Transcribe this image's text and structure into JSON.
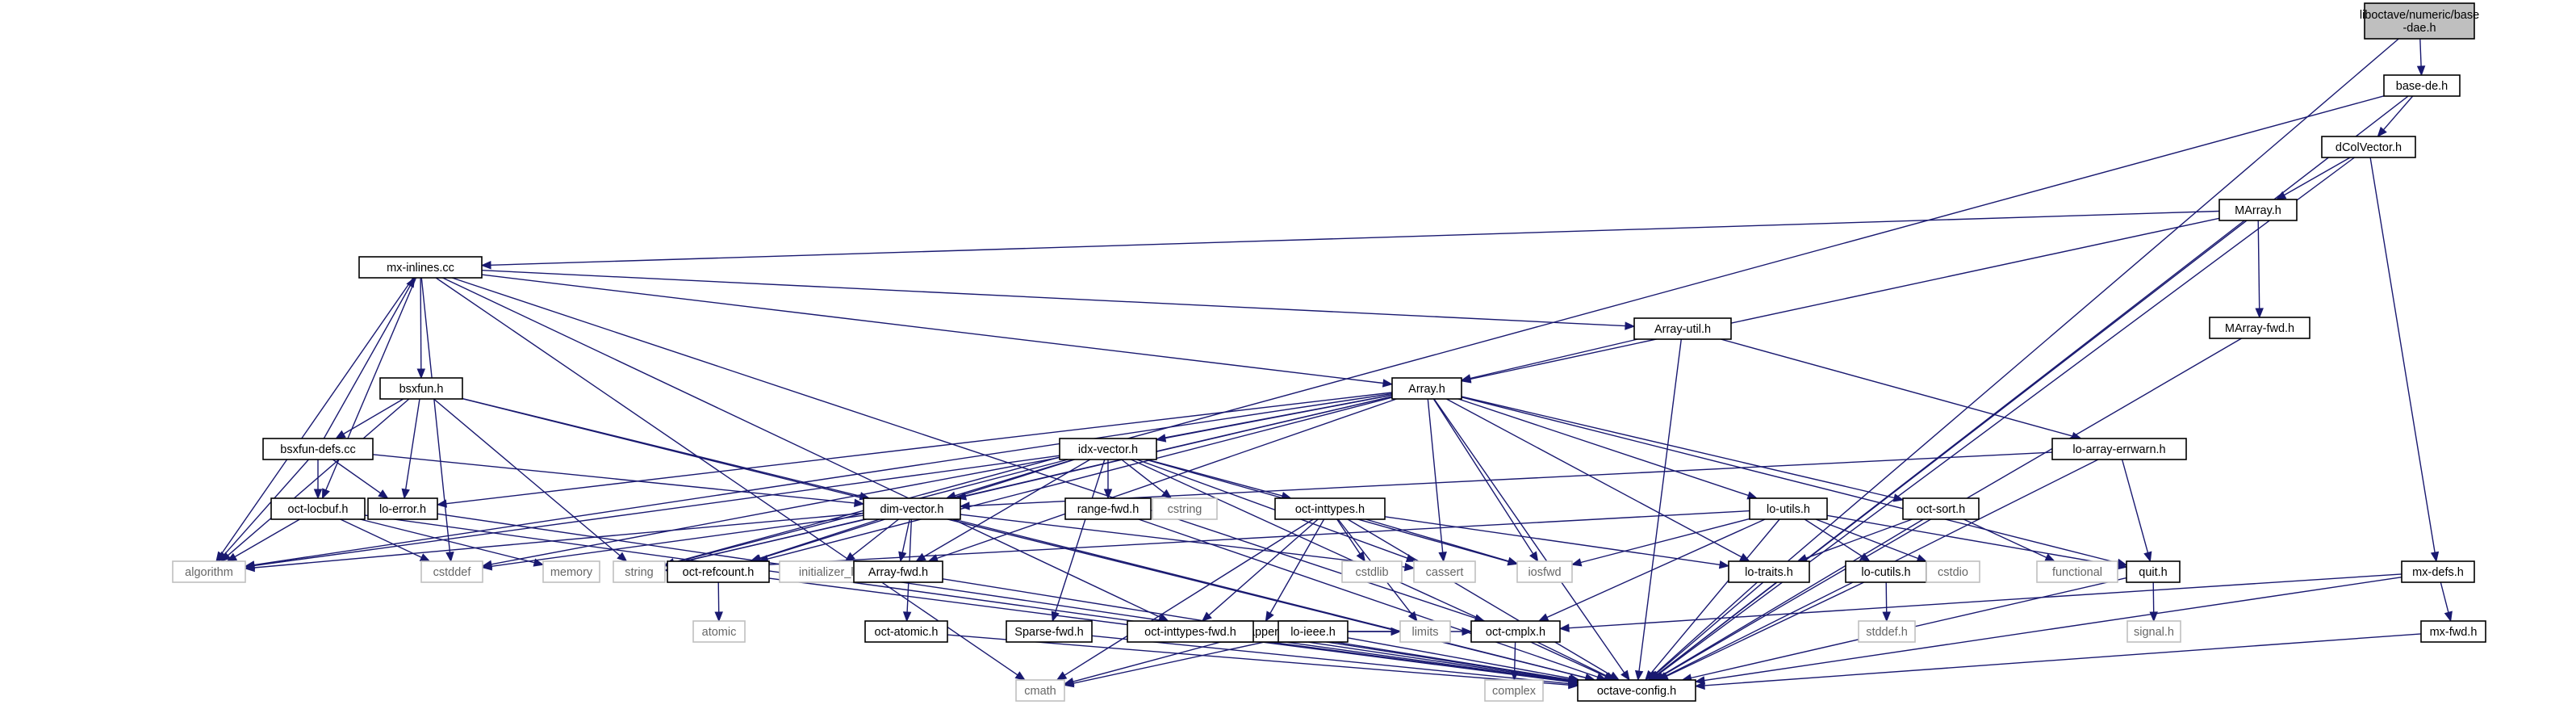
{
  "graph": {
    "colors": {
      "edge": "#191970",
      "root_fill": "#bfbfbf",
      "header_fill": "#ffffff",
      "header_border": "#000000",
      "system_border": "#bfbfbf",
      "system_text": "#666666"
    },
    "nodes": [
      {
        "id": "root",
        "label": [
          "liboctave/numeric/base",
          "-dae.h"
        ],
        "kind": "root"
      },
      {
        "id": "base_de",
        "label": [
          "base-de.h"
        ],
        "kind": "header"
      },
      {
        "id": "dcolvector",
        "label": [
          "dColVector.h"
        ],
        "kind": "header"
      },
      {
        "id": "marray",
        "label": [
          "MArray.h"
        ],
        "kind": "header"
      },
      {
        "id": "mx_inlines",
        "label": [
          "mx-inlines.cc"
        ],
        "kind": "header"
      },
      {
        "id": "marray_fwd",
        "label": [
          "MArray-fwd.h"
        ],
        "kind": "header"
      },
      {
        "id": "array_util",
        "label": [
          "Array-util.h"
        ],
        "kind": "header"
      },
      {
        "id": "bsxfun",
        "label": [
          "bsxfun.h"
        ],
        "kind": "header"
      },
      {
        "id": "array",
        "label": [
          "Array.h"
        ],
        "kind": "header"
      },
      {
        "id": "bsxfun_defs",
        "label": [
          "bsxfun-defs.cc"
        ],
        "kind": "header"
      },
      {
        "id": "idx_vector",
        "label": [
          "idx-vector.h"
        ],
        "kind": "header"
      },
      {
        "id": "lo_array_errwarn",
        "label": [
          "lo-array-errwarn.h"
        ],
        "kind": "header"
      },
      {
        "id": "oct_locbuf",
        "label": [
          "oct-locbuf.h"
        ],
        "kind": "header"
      },
      {
        "id": "lo_error",
        "label": [
          "lo-error.h"
        ],
        "kind": "header"
      },
      {
        "id": "dim_vector",
        "label": [
          "dim-vector.h"
        ],
        "kind": "header"
      },
      {
        "id": "range_fwd",
        "label": [
          "range-fwd.h"
        ],
        "kind": "header"
      },
      {
        "id": "cstring",
        "label": [
          "cstring"
        ],
        "kind": "system"
      },
      {
        "id": "oct_inttypes",
        "label": [
          "oct-inttypes.h"
        ],
        "kind": "header"
      },
      {
        "id": "lo_utils",
        "label": [
          "lo-utils.h"
        ],
        "kind": "header"
      },
      {
        "id": "oct_sort",
        "label": [
          "oct-sort.h"
        ],
        "kind": "header"
      },
      {
        "id": "mx_defs",
        "label": [
          "mx-defs.h"
        ],
        "kind": "header"
      },
      {
        "id": "algorithm",
        "label": [
          "algorithm"
        ],
        "kind": "system"
      },
      {
        "id": "cstddef",
        "label": [
          "cstddef"
        ],
        "kind": "system"
      },
      {
        "id": "memory",
        "label": [
          "memory"
        ],
        "kind": "system"
      },
      {
        "id": "string",
        "label": [
          "string"
        ],
        "kind": "system"
      },
      {
        "id": "oct_refcount",
        "label": [
          "oct-refcount.h"
        ],
        "kind": "header"
      },
      {
        "id": "initializer_list",
        "label": [
          "initializer_list"
        ],
        "kind": "system"
      },
      {
        "id": "array_fwd",
        "label": [
          "Array-fwd.h"
        ],
        "kind": "header"
      },
      {
        "id": "cstdlib",
        "label": [
          "cstdlib"
        ],
        "kind": "system"
      },
      {
        "id": "cassert",
        "label": [
          "cassert"
        ],
        "kind": "system"
      },
      {
        "id": "iosfwd",
        "label": [
          "iosfwd"
        ],
        "kind": "system"
      },
      {
        "id": "lo_traits",
        "label": [
          "lo-traits.h"
        ],
        "kind": "header"
      },
      {
        "id": "lo_cutils",
        "label": [
          "lo-cutils.h"
        ],
        "kind": "header"
      },
      {
        "id": "cstdio",
        "label": [
          "cstdio"
        ],
        "kind": "system"
      },
      {
        "id": "functional",
        "label": [
          "functional"
        ],
        "kind": "system"
      },
      {
        "id": "quit",
        "label": [
          "quit.h"
        ],
        "kind": "header"
      },
      {
        "id": "lo_mappers",
        "label": [
          "lo-mappers.h"
        ],
        "kind": "header"
      },
      {
        "id": "atomic",
        "label": [
          "atomic"
        ],
        "kind": "system"
      },
      {
        "id": "oct_atomic",
        "label": [
          "oct-atomic.h"
        ],
        "kind": "header"
      },
      {
        "id": "sparse_fwd",
        "label": [
          "Sparse-fwd.h"
        ],
        "kind": "header"
      },
      {
        "id": "oct_inttypes_fwd",
        "label": [
          "oct-inttypes-fwd.h"
        ],
        "kind": "header"
      },
      {
        "id": "lo_ieee",
        "label": [
          "lo-ieee.h"
        ],
        "kind": "header"
      },
      {
        "id": "limits",
        "label": [
          "limits"
        ],
        "kind": "system"
      },
      {
        "id": "oct_cmplx",
        "label": [
          "oct-cmplx.h"
        ],
        "kind": "header"
      },
      {
        "id": "stddef",
        "label": [
          "stddef.h"
        ],
        "kind": "system"
      },
      {
        "id": "signal",
        "label": [
          "signal.h"
        ],
        "kind": "system"
      },
      {
        "id": "mx_fwd",
        "label": [
          "mx-fwd.h"
        ],
        "kind": "header"
      },
      {
        "id": "cmath",
        "label": [
          "cmath"
        ],
        "kind": "system"
      },
      {
        "id": "octave_config",
        "label": [
          "octave-config.h"
        ],
        "kind": "header"
      },
      {
        "id": "complex",
        "label": [
          "complex"
        ],
        "kind": "system"
      }
    ],
    "edges": [
      [
        "root",
        "base_de"
      ],
      [
        "root",
        "octave_config"
      ],
      [
        "base_de",
        "dcolvector"
      ],
      [
        "base_de",
        "string"
      ],
      [
        "base_de",
        "octave_config"
      ],
      [
        "dcolvector",
        "marray"
      ],
      [
        "dcolvector",
        "mx_defs"
      ],
      [
        "dcolvector",
        "octave_config"
      ],
      [
        "marray",
        "mx_inlines"
      ],
      [
        "marray",
        "array"
      ],
      [
        "marray",
        "marray_fwd"
      ],
      [
        "marray",
        "octave_config"
      ],
      [
        "marray_fwd",
        "octave_config"
      ],
      [
        "mx_inlines",
        "array_util"
      ],
      [
        "mx_inlines",
        "array"
      ],
      [
        "mx_inlines",
        "bsxfun"
      ],
      [
        "mx_inlines",
        "oct_locbuf"
      ],
      [
        "mx_inlines",
        "algorithm"
      ],
      [
        "mx_inlines",
        "cstddef"
      ],
      [
        "mx_inlines",
        "cmath"
      ],
      [
        "mx_inlines",
        "oct_cmplx"
      ],
      [
        "mx_inlines",
        "oct_inttypes_fwd"
      ],
      [
        "array_util",
        "array"
      ],
      [
        "array_util",
        "lo_array_errwarn"
      ],
      [
        "array_util",
        "octave_config"
      ],
      [
        "bsxfun",
        "bsxfun_defs"
      ],
      [
        "bsxfun",
        "lo_error"
      ],
      [
        "bsxfun",
        "dim_vector"
      ],
      [
        "bsxfun",
        "algorithm"
      ],
      [
        "bsxfun",
        "string"
      ],
      [
        "bsxfun",
        "octave_config"
      ],
      [
        "bsxfun_defs",
        "mx_inlines"
      ],
      [
        "bsxfun_defs",
        "oct_locbuf"
      ],
      [
        "bsxfun_defs",
        "lo_error"
      ],
      [
        "bsxfun_defs",
        "dim_vector"
      ],
      [
        "bsxfun_defs",
        "algorithm"
      ],
      [
        "array",
        "idx_vector"
      ],
      [
        "array",
        "dim_vector"
      ],
      [
        "array",
        "lo_traits"
      ],
      [
        "array",
        "lo_utils"
      ],
      [
        "array",
        "oct_sort"
      ],
      [
        "array",
        "quit"
      ],
      [
        "array",
        "oct_refcount"
      ],
      [
        "array",
        "array_fwd"
      ],
      [
        "array",
        "lo_error"
      ],
      [
        "array",
        "algorithm"
      ],
      [
        "array",
        "cstddef"
      ],
      [
        "array",
        "string"
      ],
      [
        "array",
        "iosfwd"
      ],
      [
        "array",
        "cassert"
      ],
      [
        "array",
        "octave_config"
      ],
      [
        "idx_vector",
        "oct_inttypes"
      ],
      [
        "idx_vector",
        "range_fwd"
      ],
      [
        "idx_vector",
        "cstring"
      ],
      [
        "idx_vector",
        "sparse_fwd"
      ],
      [
        "idx_vector",
        "dim_vector"
      ],
      [
        "idx_vector",
        "oct_refcount"
      ],
      [
        "idx_vector",
        "array_fwd"
      ],
      [
        "idx_vector",
        "algorithm"
      ],
      [
        "idx_vector",
        "string"
      ],
      [
        "idx_vector",
        "iosfwd"
      ],
      [
        "idx_vector",
        "cassert"
      ],
      [
        "idx_vector",
        "octave_config"
      ],
      [
        "lo_array_errwarn",
        "dim_vector"
      ],
      [
        "lo_array_errwarn",
        "quit"
      ],
      [
        "lo_array_errwarn",
        "octave_config"
      ],
      [
        "oct_locbuf",
        "algorithm"
      ],
      [
        "oct_locbuf",
        "cstddef"
      ],
      [
        "oct_locbuf",
        "memory"
      ],
      [
        "oct_locbuf",
        "octave_config"
      ],
      [
        "lo_error",
        "octave_config"
      ],
      [
        "dim_vector",
        "oct_refcount"
      ],
      [
        "dim_vector",
        "array_fwd"
      ],
      [
        "dim_vector",
        "oct_atomic"
      ],
      [
        "dim_vector",
        "algorithm"
      ],
      [
        "dim_vector",
        "cstddef"
      ],
      [
        "dim_vector",
        "string"
      ],
      [
        "dim_vector",
        "initializer_list"
      ],
      [
        "dim_vector",
        "cassert"
      ],
      [
        "dim_vector",
        "octave_config"
      ],
      [
        "range_fwd",
        "octave_config"
      ],
      [
        "oct_inttypes",
        "lo_mappers"
      ],
      [
        "oct_inttypes",
        "lo_traits"
      ],
      [
        "oct_inttypes",
        "oct_inttypes_fwd"
      ],
      [
        "oct_inttypes",
        "cstdlib"
      ],
      [
        "oct_inttypes",
        "limits"
      ],
      [
        "oct_inttypes",
        "cmath"
      ],
      [
        "oct_inttypes",
        "iosfwd"
      ],
      [
        "oct_inttypes",
        "octave_config"
      ],
      [
        "lo_utils",
        "lo_cutils"
      ],
      [
        "lo_utils",
        "quit"
      ],
      [
        "lo_utils",
        "oct_cmplx"
      ],
      [
        "lo_utils",
        "cstdio"
      ],
      [
        "lo_utils",
        "iosfwd"
      ],
      [
        "lo_utils",
        "string"
      ],
      [
        "lo_utils",
        "octave_config"
      ],
      [
        "oct_sort",
        "lo_traits"
      ],
      [
        "oct_sort",
        "functional"
      ],
      [
        "oct_sort",
        "octave_config"
      ],
      [
        "mx_defs",
        "mx_fwd"
      ],
      [
        "mx_defs",
        "oct_cmplx"
      ],
      [
        "mx_defs",
        "octave_config"
      ],
      [
        "oct_refcount",
        "atomic"
      ],
      [
        "oct_refcount",
        "octave_config"
      ],
      [
        "array_fwd",
        "octave_config"
      ],
      [
        "lo_traits",
        "octave_config"
      ],
      [
        "lo_cutils",
        "stddef"
      ],
      [
        "lo_cutils",
        "octave_config"
      ],
      [
        "quit",
        "signal"
      ],
      [
        "quit",
        "octave_config"
      ],
      [
        "lo_mappers",
        "lo_ieee"
      ],
      [
        "lo_mappers",
        "oct_cmplx"
      ],
      [
        "lo_mappers",
        "oct_inttypes_fwd"
      ],
      [
        "lo_mappers",
        "limits"
      ],
      [
        "lo_mappers",
        "cmath"
      ],
      [
        "lo_mappers",
        "octave_config"
      ],
      [
        "oct_atomic",
        "octave_config"
      ],
      [
        "sparse_fwd",
        "octave_config"
      ],
      [
        "oct_inttypes_fwd",
        "octave_config"
      ],
      [
        "lo_ieee",
        "cmath"
      ],
      [
        "lo_ieee",
        "octave_config"
      ],
      [
        "oct_cmplx",
        "complex"
      ],
      [
        "oct_cmplx",
        "octave_config"
      ],
      [
        "mx_fwd",
        "octave_config"
      ]
    ]
  }
}
